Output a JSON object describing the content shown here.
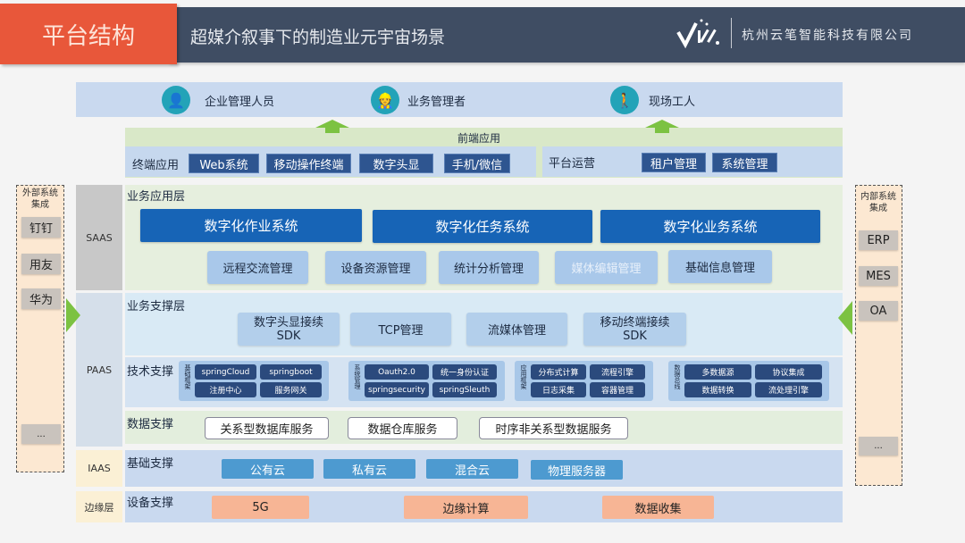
{
  "header": {
    "section": "平台结构",
    "title": "超媒介叙事下的制造业元宇宙场景",
    "company": "杭州云笔智能科技有限公司",
    "colors": {
      "accent": "#e8573a",
      "bar": "#3f4d63"
    }
  },
  "users": [
    {
      "label": "企业管理人员",
      "icon": "manager-icon"
    },
    {
      "label": "业务管理者",
      "icon": "business-manager-icon"
    },
    {
      "label": "现场工人",
      "icon": "worker-icon"
    }
  ],
  "frontend": {
    "title": "前端应用",
    "terminal_label": "终端应用",
    "terminal_items": [
      "Web系统",
      "移动操作终端",
      "数字头显",
      "手机/微信"
    ],
    "platform_label": "平台运营",
    "platform_items": [
      "租户管理",
      "系统管理"
    ]
  },
  "layers": {
    "saas": "SAAS",
    "paas": "PAAS",
    "iaas": "IAAS",
    "edge": "边缘层"
  },
  "business_app": {
    "title": "业务应用层",
    "systems": [
      "数字化作业系统",
      "数字化任务系统",
      "数字化业务系统"
    ],
    "modules": [
      "远程交流管理",
      "设备资源管理",
      "统计分析管理",
      "媒体编辑管理",
      "基础信息管理"
    ]
  },
  "business_support": {
    "title": "业务支撑层",
    "items": [
      "数字头显接续\nSDK",
      "TCP管理",
      "流媒体管理",
      "移动终端接续\nSDK"
    ]
  },
  "tech_support": {
    "title": "技术支撑",
    "groups": [
      {
        "label": "基础框架",
        "items": [
          "springCloud",
          "springboot",
          "注册中心",
          "服务网关"
        ]
      },
      {
        "label": "系统管理",
        "items": [
          "Oauth2.0",
          "统一身份认证",
          "springsecurity",
          "springSleuth"
        ]
      },
      {
        "label": "应用框架",
        "items": [
          "分布式计算",
          "流程引擎",
          "日志采集",
          "容器管理"
        ]
      },
      {
        "label": "数据总线",
        "items": [
          "多数据源",
          "协议集成",
          "数据转换",
          "流处理引擎"
        ]
      }
    ]
  },
  "data_support": {
    "title": "数据支撑",
    "items": [
      "关系型数据库服务",
      "数据仓库服务",
      "时序非关系型数据服务"
    ]
  },
  "infra_support": {
    "title": "基础支撑",
    "items": [
      "公有云",
      "私有云",
      "混合云",
      "物理服务器"
    ]
  },
  "device_support": {
    "title": "设备支撑",
    "items": [
      "5G",
      "边缘计算",
      "数据收集"
    ]
  },
  "external": {
    "title": "外部系统集成",
    "items": [
      "钉钉",
      "用友",
      "华为",
      "..."
    ]
  },
  "internal": {
    "title": "内部系统集成",
    "items": [
      "ERP",
      "MES",
      "OA",
      "..."
    ]
  }
}
